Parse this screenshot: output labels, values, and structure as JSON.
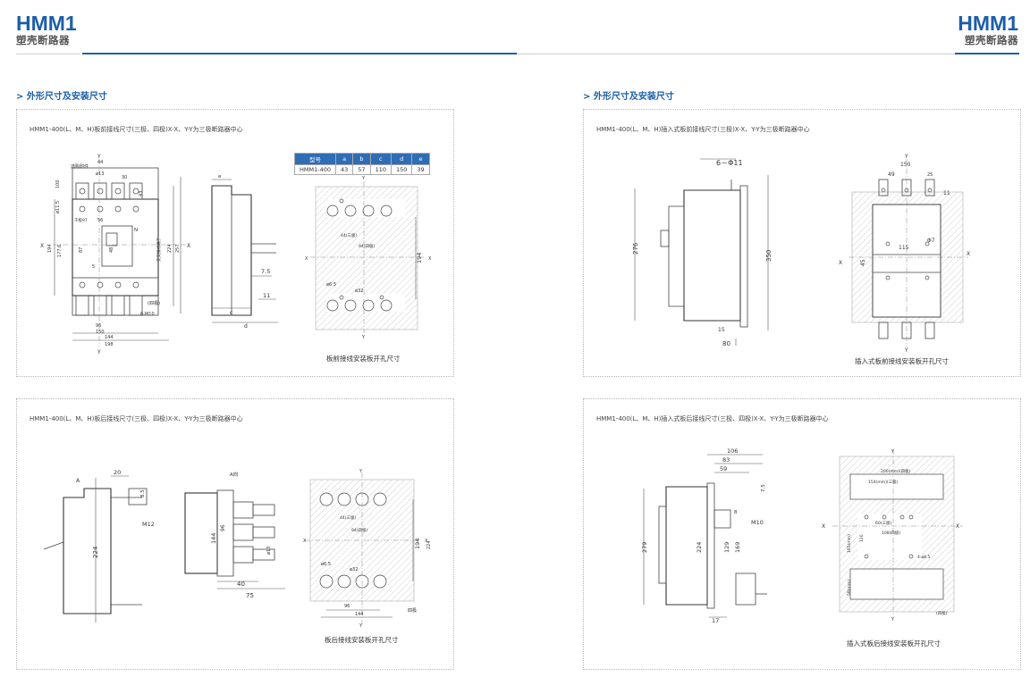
{
  "header": {
    "model": "HMM1",
    "subtitle": "塑壳断路器"
  },
  "section_title": "> 外形尺寸及安装尺寸",
  "panels": {
    "p1": {
      "title": "HMM1-400(L、M、H)板前接线尺寸(三极、四极)X-X、Y-Y为三极断路器中心",
      "caption": "板前接线安装板开孔尺寸",
      "table": {
        "headers": [
          "型号",
          "a",
          "b",
          "c",
          "d",
          "e"
        ],
        "row": [
          "HMM1-400",
          "43",
          "57",
          "110",
          "150",
          "39"
        ]
      },
      "labels": {
        "y": "Y",
        "x": "X",
        "n": "N",
        "pole": "选购附件",
        "d13": "ø13",
        "d44": "44",
        "d30": "30",
        "d43": "43",
        "d100": "100",
        "d115": "ø11.5",
        "d194": "194",
        "d1776": "177.6",
        "d87": "87",
        "d48": "48",
        "d5": "5",
        "d224": "224",
        "d257": "257",
        "d96": "96",
        "d150": "150",
        "d144": "144",
        "d198": "198",
        "m10": "6-M10",
        "four": "(四极)",
        "side_label": "交叉接线端子",
        "ad": "千极97",
        "d56": "56",
        "e": "e",
        "d75": "7.5",
        "d11": "11",
        "c": "c",
        "d": "d",
        "a44": "44(三极)",
        "a94": "94(四极)",
        "d65": "ø6.5",
        "d32": "ø32"
      }
    },
    "p2": {
      "title": "HMM1-400(L、M、H)插入式板前接线尺寸(三极)X-X、Y-Y为三极断路器中心",
      "caption": "插入式板前接线安装板开孔尺寸",
      "labels": {
        "holes": "6－Φ11",
        "d276": "276",
        "d350": "350",
        "d15": "15",
        "d80": "80",
        "y": "Y",
        "x": "X",
        "d150": "150",
        "d49": "49",
        "d25": "25",
        "d11": "11",
        "d115": "115",
        "d7": "Φ7",
        "d45": "45"
      }
    },
    "p3": {
      "title": "HMM1-400(L、M、H)板后接线尺寸(三极、四极)X-X、Y-Y为三极断路器中心",
      "caption": "板后接线安装板开孔尺寸",
      "labels": {
        "a": "A",
        "d20": "20",
        "d85": "8.5",
        "m12": "M12",
        "d224": "224",
        "view": "A向",
        "d144": "144",
        "d96": "96",
        "d13": "ø13",
        "d40": "40",
        "d75": "75",
        "y": "Y",
        "x": "X",
        "a44": "44(三极)",
        "a94": "94(四极)",
        "d194": "194",
        "d65": "ø6.5",
        "d32": "ø32",
        "b96": "96",
        "b144": "144",
        "four": "四极"
      }
    },
    "p4": {
      "title": "HMM1-400(L、M、H)插入式板后接线尺寸(三极、四极)X-X、Y-Y为三极断路器中心",
      "caption": "插入式板后接线安装板开孔尺寸",
      "labels": {
        "d106": "106",
        "d83": "83",
        "d59": "59",
        "d75": "7.5",
        "d8": "8",
        "m10": "M10",
        "d279": "279",
        "d224": "224",
        "d129": "129",
        "d169": "169",
        "d17": "17",
        "y": "Y",
        "x": "X",
        "d200": "200(mm)(四极)",
        "d154": "154(mm)(三极)",
        "d60": "60(三极)",
        "d108": "108(四极)",
        "d120": "120",
        "d165": "165(mm)",
        "d58": "58(mm)",
        "holes": "4-ø8.5",
        "four": "(四极)"
      }
    }
  }
}
